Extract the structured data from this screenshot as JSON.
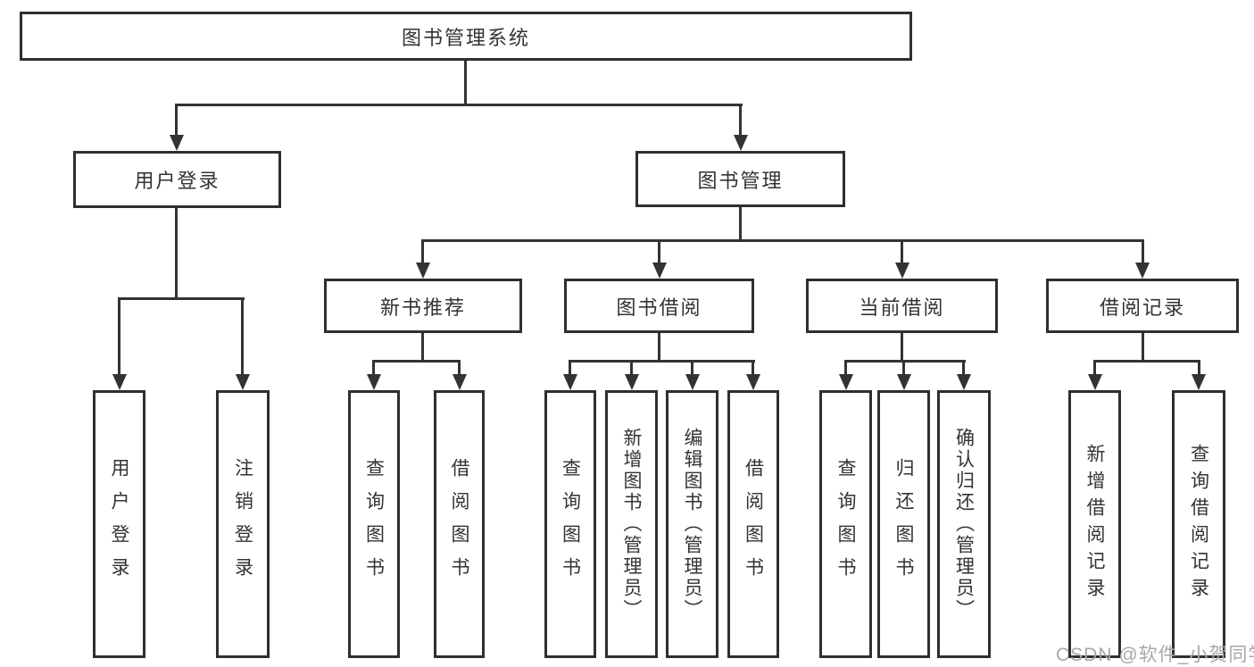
{
  "colors": {
    "line": "#333333",
    "box_border": "#2f2f2f",
    "text": "#333333",
    "watermark_text": "#a8a8a8",
    "background": "#ffffff"
  },
  "tree": {
    "root": {
      "label": "图书管理系统"
    },
    "branches": [
      {
        "label": "用户登录",
        "children": [
          {
            "label": "用户登录"
          },
          {
            "label": "注销登录"
          }
        ]
      },
      {
        "label": "图书管理",
        "children": [
          {
            "label": "新书推荐",
            "children": [
              {
                "label": "查询图书"
              },
              {
                "label": "借阅图书"
              }
            ]
          },
          {
            "label": "图书借阅",
            "children": [
              {
                "label": "查询图书"
              },
              {
                "label": "新增图书（管理员）"
              },
              {
                "label": "编辑图书（管理员）"
              },
              {
                "label": "借阅图书"
              }
            ]
          },
          {
            "label": "当前借阅",
            "children": [
              {
                "label": "查询图书"
              },
              {
                "label": "归还图书"
              },
              {
                "label": "确认归还（管理员）"
              }
            ]
          },
          {
            "label": "借阅记录",
            "children": [
              {
                "label": "新增借阅记录"
              },
              {
                "label": "查询借阅记录"
              }
            ]
          }
        ]
      }
    ]
  },
  "watermark": "CSDN @软件_小贺同学"
}
